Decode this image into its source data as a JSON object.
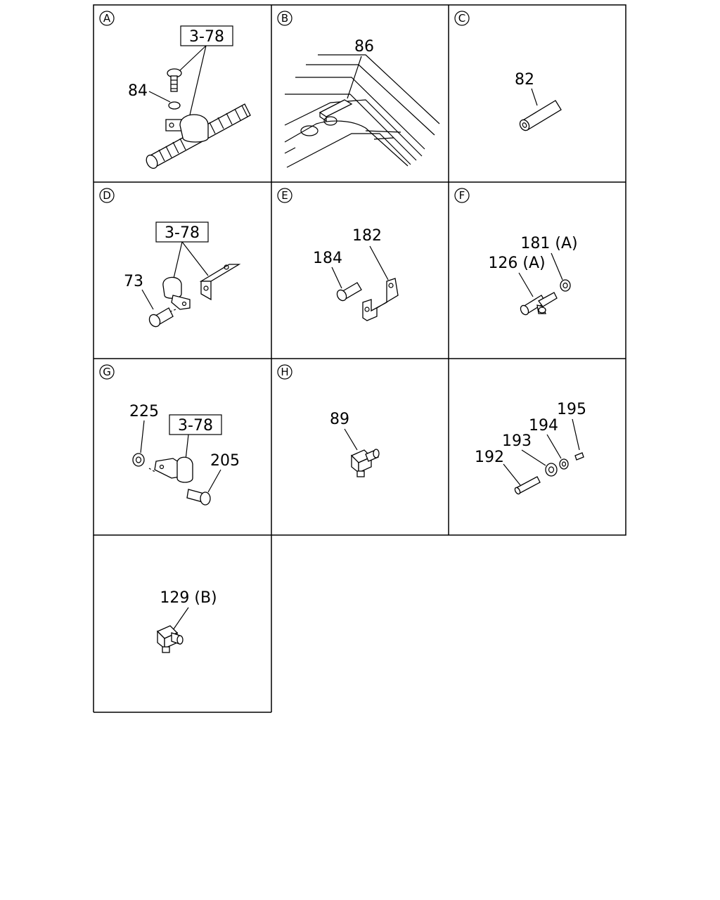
{
  "sections": [
    {
      "letter": "A",
      "refs": [
        "3-78"
      ],
      "parts": [
        "84"
      ]
    },
    {
      "letter": "B",
      "parts": [
        "86"
      ]
    },
    {
      "letter": "C",
      "parts": [
        "82"
      ]
    },
    {
      "letter": "D",
      "refs": [
        "3-78"
      ],
      "parts": [
        "73"
      ]
    },
    {
      "letter": "E",
      "parts": [
        "182",
        "184"
      ]
    },
    {
      "letter": "F",
      "parts": [
        "181 (A)",
        "126 (A)"
      ]
    },
    {
      "letter": "G",
      "refs": [
        "3-78"
      ],
      "parts": [
        "225",
        "205"
      ]
    },
    {
      "letter": "H",
      "parts": [
        "89"
      ]
    },
    {
      "letter": "",
      "parts": [
        "195",
        "194",
        "193",
        "192"
      ]
    },
    {
      "letter": "",
      "parts": [
        "129 (B)"
      ]
    }
  ]
}
